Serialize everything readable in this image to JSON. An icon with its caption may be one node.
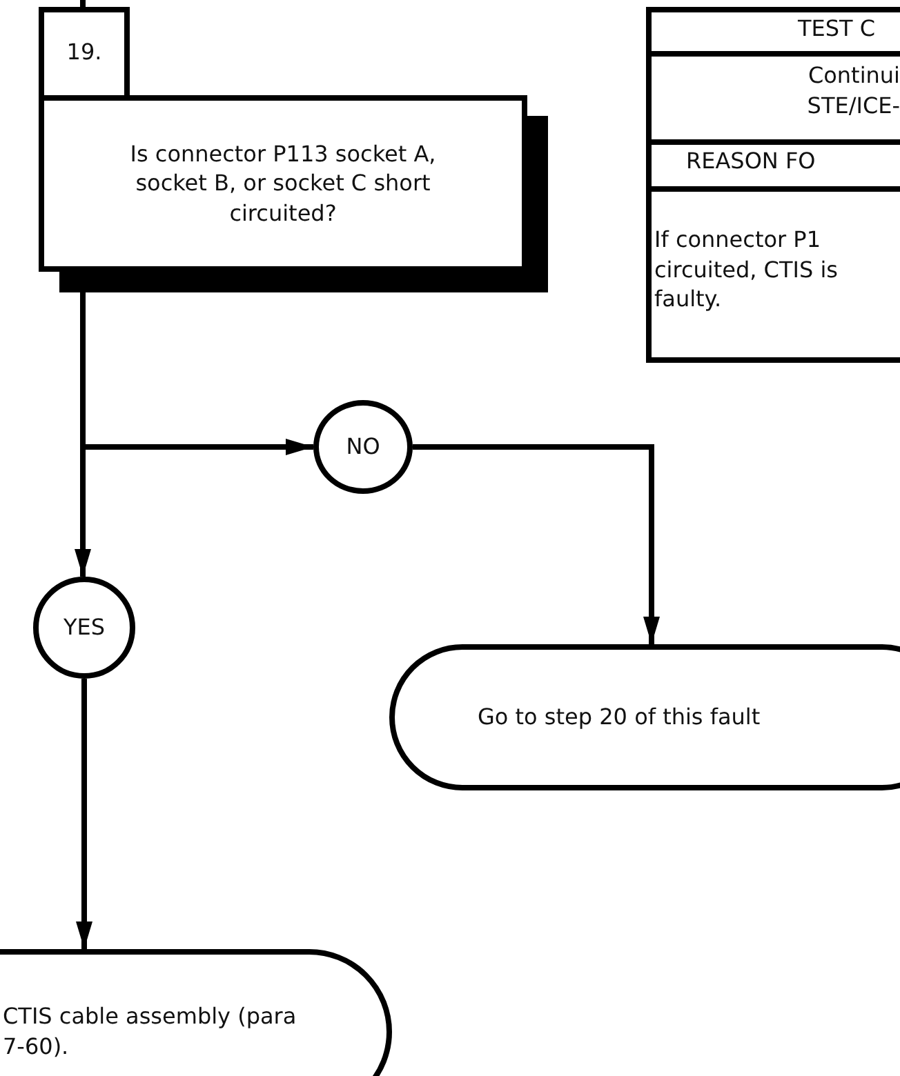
{
  "diagram": {
    "nodes": [
      {
        "text": [
          "19."
        ]
      },
      {
        "text": [
          "Is connector P113 socket A, socket B, or socket C short circuited?"
        ]
      },
      {
        "text": [
          "NO"
        ]
      },
      {
        "text": [
          "YES"
        ]
      },
      {
        "text": [
          "Go to step 20 of this fault"
        ]
      },
      {
        "text": [
          "CTIS cable assembly (para 7-60)."
        ]
      }
    ],
    "edges": [
      {
        "from": null,
        "to": 0,
        "arrow": "none"
      },
      {
        "from": 1,
        "to": 2,
        "arrow": "to"
      },
      {
        "from": 2,
        "to": 4,
        "arrow": "to"
      },
      {
        "from": 1,
        "to": 3,
        "arrow": "to"
      },
      {
        "from": 3,
        "to": 5,
        "arrow": "to"
      }
    ],
    "labels": [
      "TEST C",
      "Continui STE/ICE-",
      "REASON FO",
      "If connector P1 circuited, CTIS is faulty."
    ]
  }
}
